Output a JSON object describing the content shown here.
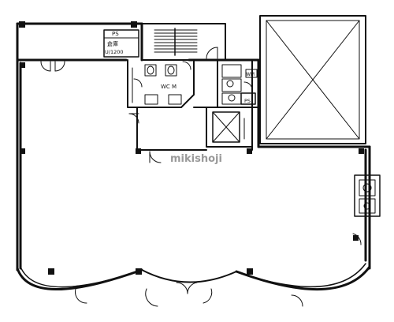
{
  "labels": {
    "ps_top": "PS",
    "storage": "倉庫",
    "capacity": "U/1200",
    "wc": "WC M",
    "ps_right": "PS",
    "wm": "WM",
    "watermark": "mikishoji"
  },
  "colors": {
    "line": "#111111",
    "watermark": "#9a9a9a",
    "background": "#ffffff"
  }
}
